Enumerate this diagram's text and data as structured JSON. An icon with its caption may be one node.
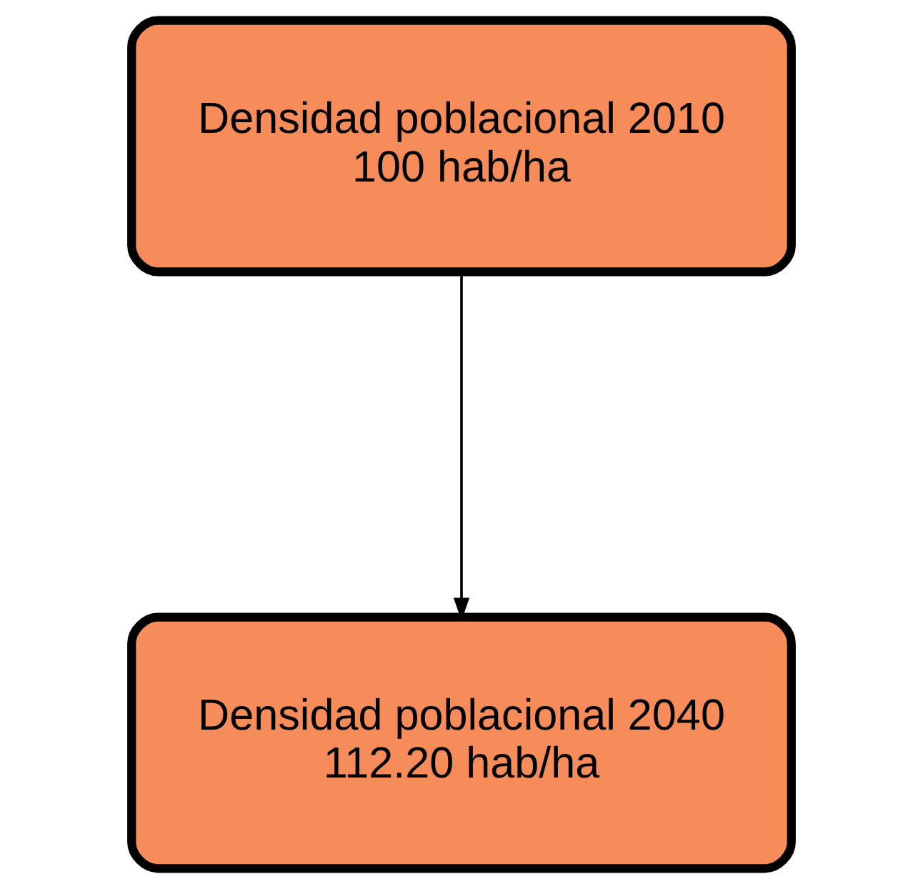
{
  "diagram": {
    "nodes": [
      {
        "text": [
          "Densidad poblacional 2010",
          "100 hab/ha"
        ]
      },
      {
        "text": [
          "Densidad poblacional 2040",
          "112.20 hab/ha"
        ]
      }
    ],
    "edges": [
      {
        "from": 0,
        "to": 1,
        "arrow": "to"
      }
    ]
  }
}
